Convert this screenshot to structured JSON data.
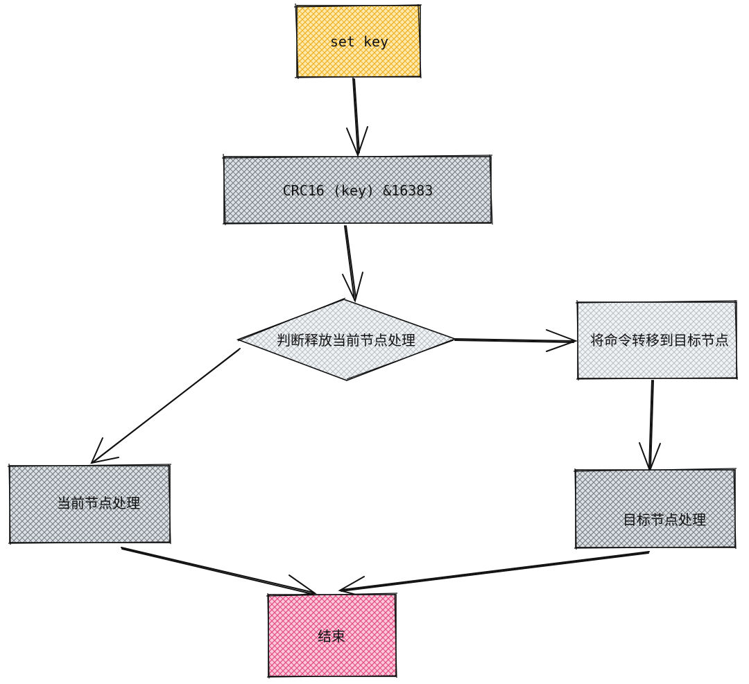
{
  "nodes": {
    "start": {
      "label": "set key",
      "color": "#f5c14b"
    },
    "hash": {
      "label": "CRC16 (key) &16383",
      "color": "#868e96"
    },
    "decision": {
      "label": "判断释放当前节点处理",
      "color": "#c7cbd0"
    },
    "forward": {
      "label": "将命令转移到目标节点",
      "color": "#c7cbd0"
    },
    "local": {
      "label": "当前节点处理",
      "color": "#868e96"
    },
    "target": {
      "label": "目标节点处理",
      "color": "#868e96"
    },
    "end": {
      "label": "结束",
      "color": "#e64980"
    }
  },
  "edges": [
    {
      "from": "start",
      "to": "hash"
    },
    {
      "from": "hash",
      "to": "decision"
    },
    {
      "from": "decision",
      "to": "forward"
    },
    {
      "from": "decision",
      "to": "local"
    },
    {
      "from": "forward",
      "to": "target"
    },
    {
      "from": "local",
      "to": "end"
    },
    {
      "from": "target",
      "to": "end"
    }
  ]
}
